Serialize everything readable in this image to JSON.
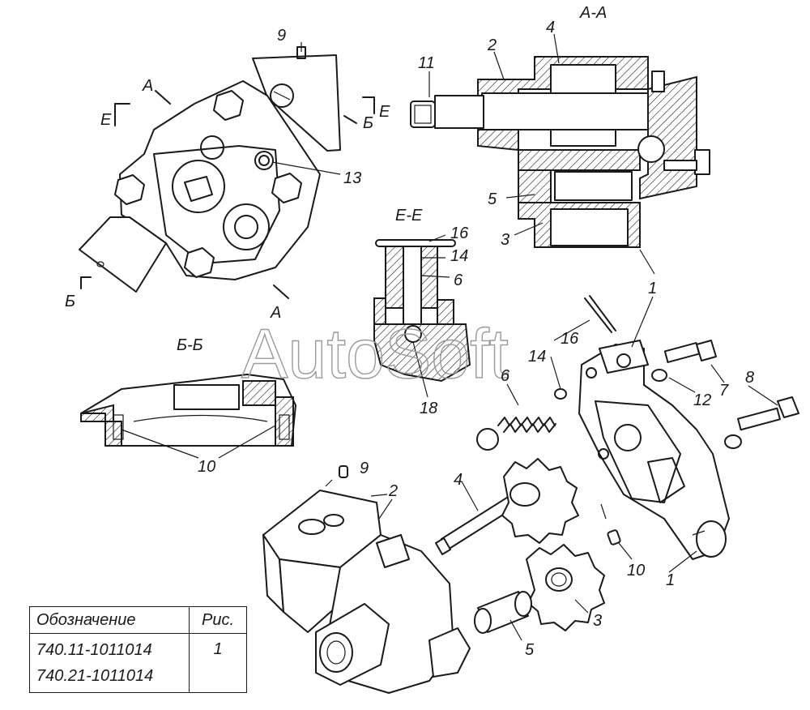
{
  "sections": {
    "aa": "А-А",
    "ee": "Е-Е",
    "bb": "Б-Б"
  },
  "cut_marks": {
    "a": "А",
    "e": "Е",
    "b": "Б"
  },
  "callouts": {
    "c1": "1",
    "c2": "2",
    "c3": "3",
    "c4": "4",
    "c5": "5",
    "c6": "6",
    "c7": "7",
    "c8": "8",
    "c9": "9",
    "c10": "10",
    "c11": "11",
    "c12": "12",
    "c13": "13",
    "c14": "14",
    "c16": "16",
    "c18": "18"
  },
  "watermark": "AutoSoft",
  "table": {
    "header_designation": "Обозначение",
    "header_figure": "Рис.",
    "codes": [
      "740.11-1011014",
      "740.21-1011014"
    ],
    "figure": "1"
  }
}
